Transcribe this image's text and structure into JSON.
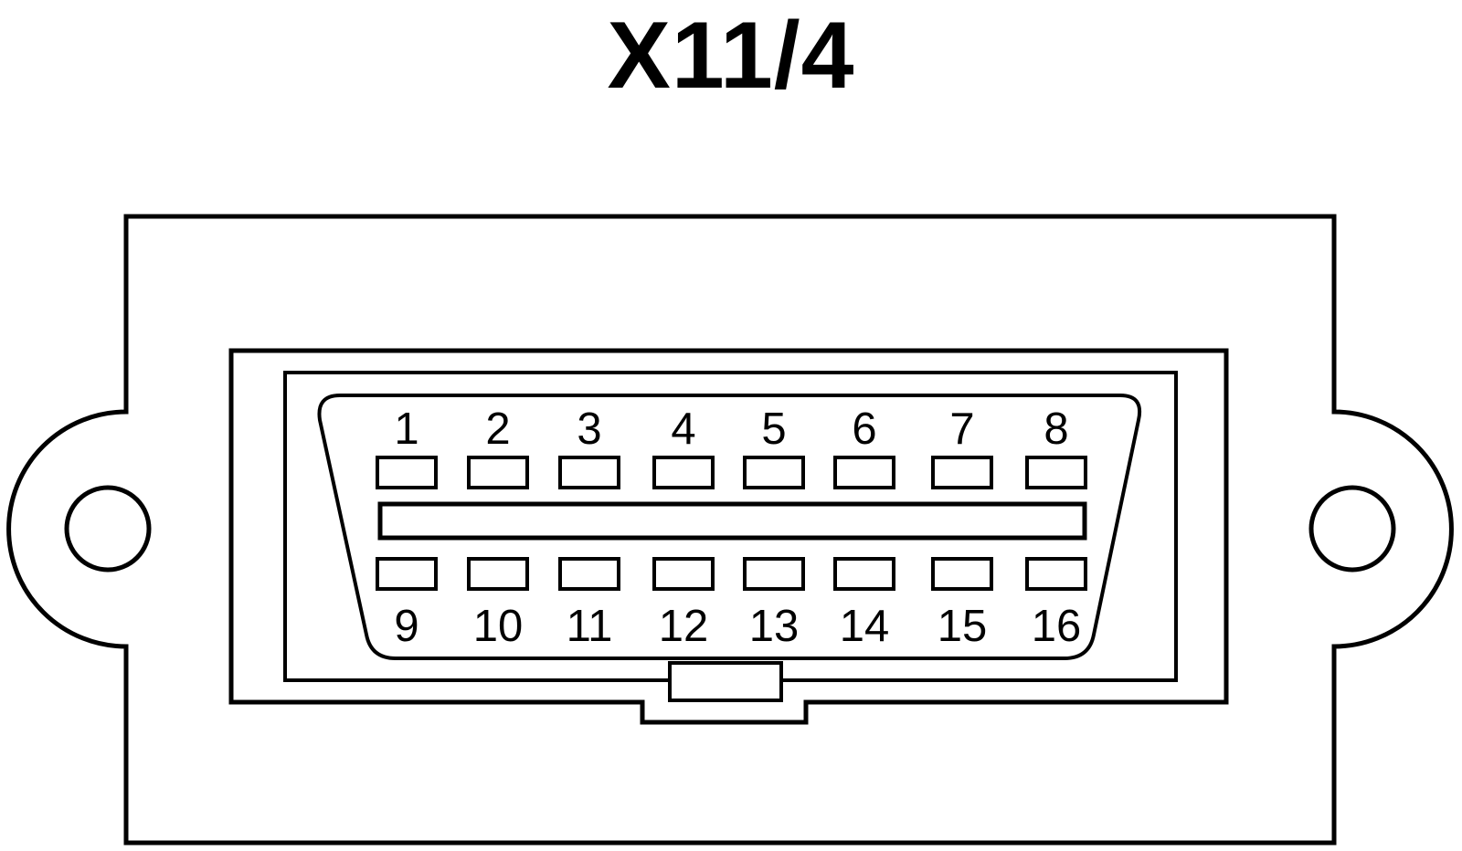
{
  "title": "X11/4",
  "colors": {
    "line": "#000000",
    "background": "#ffffff"
  },
  "pins_top": [
    "1",
    "2",
    "3",
    "4",
    "5",
    "6",
    "7",
    "8"
  ],
  "pins_bottom": [
    "9",
    "10",
    "11",
    "12",
    "13",
    "14",
    "15",
    "16"
  ]
}
